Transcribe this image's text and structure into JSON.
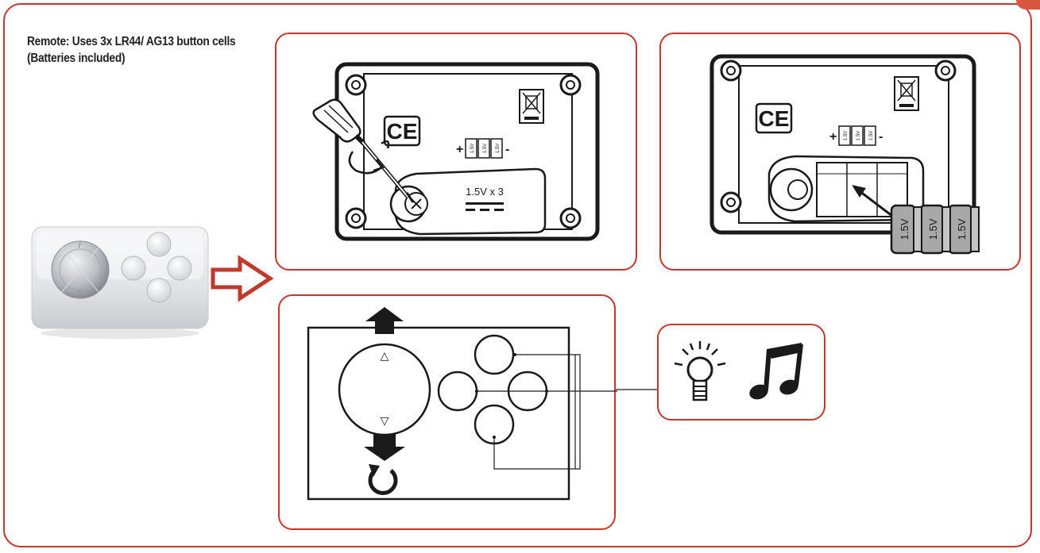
{
  "caption": {
    "line1": "Remote: Uses 3x LR44/ AG13 button cells",
    "line2": "(Batteries included)"
  },
  "compartment": {
    "ce_mark": "CE",
    "battery_cell_label": "1.5V",
    "cover_label": "1.5V x 3",
    "plus_sign": "+",
    "minus_sign": "-"
  },
  "insert_batteries": {
    "cell_labels": [
      "1.5V",
      "1.5V",
      "1.5V"
    ]
  },
  "controls": {
    "dial_up_symbol": "△",
    "dial_down_symbol": "▽"
  },
  "functions": {
    "icons": [
      "light-bulb-icon",
      "music-note-icon"
    ]
  },
  "colors": {
    "frame": "#c0392b",
    "line": "#1a1a1a",
    "battery_fill": "#a8a8a8"
  }
}
